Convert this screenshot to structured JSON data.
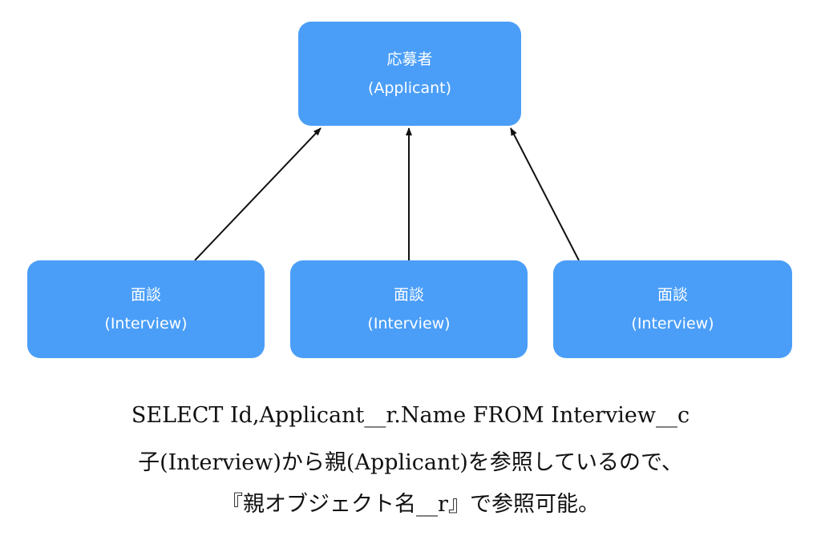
{
  "nodes": {
    "parent": {
      "title": "応募者",
      "subtitle": "(Applicant)"
    },
    "children": [
      {
        "title": "面談",
        "subtitle": "(Interview)"
      },
      {
        "title": "面談",
        "subtitle": "(Interview)"
      },
      {
        "title": "面談",
        "subtitle": "(Interview)"
      }
    ]
  },
  "edges": [
    {
      "from": "child-1",
      "to": "parent"
    },
    {
      "from": "child-2",
      "to": "parent"
    },
    {
      "from": "child-3",
      "to": "parent"
    }
  ],
  "colors": {
    "node_fill": "#4a9ef8",
    "node_text": "#ffffff",
    "edge": "#111111"
  },
  "caption": {
    "line1": "SELECT Id,Applicant__r.Name FROM Interview__c",
    "line2": "子(Interview)から親(Applicant)を参照しているので、",
    "line3": "『親オブジェクト名__r』で参照可能。"
  }
}
